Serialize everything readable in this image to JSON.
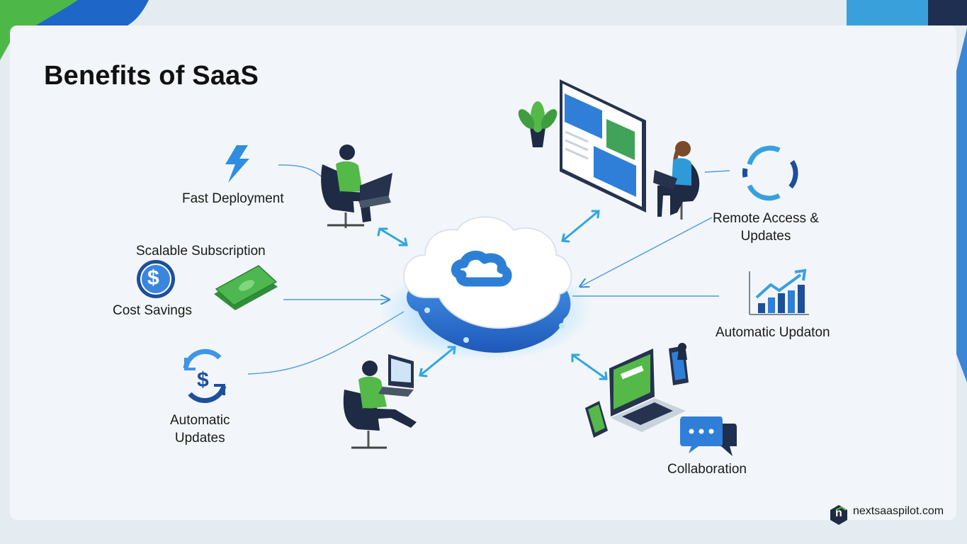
{
  "title": "Benefits of SaaS",
  "labels": {
    "fast_deployment": "Fast Deployment",
    "scalable_subscription": "Scalable Subscription",
    "cost_savings": "Cost Savings",
    "automatic_updates_left_line1": "Automatic",
    "automatic_updates_left_line2": "Updates",
    "remote_access_line1": "Remote Access &",
    "remote_access_line2": "Updates",
    "automatic_updaton": "Automatic Updaton",
    "collaboration": "Collaboration"
  },
  "brand": {
    "name": "nextsaaspilot.com",
    "logo_letter": "n"
  },
  "icon_glyphs": {
    "dollar": "$"
  },
  "colors": {
    "accent_blue": "#2f7fd8",
    "dark_blue": "#1d4f9a",
    "green": "#54b948",
    "chair": "#1f2a44",
    "cloud_face": "#ffffff"
  },
  "icons": [
    "lightning-icon",
    "dollar-coin-icon",
    "cash-bills-icon",
    "refresh-dollar-icon",
    "sync-arrows-icon",
    "growth-chart-icon",
    "chat-bubbles-icon",
    "plant-icon",
    "dashboard-monitor-icon",
    "cloud-icon"
  ]
}
